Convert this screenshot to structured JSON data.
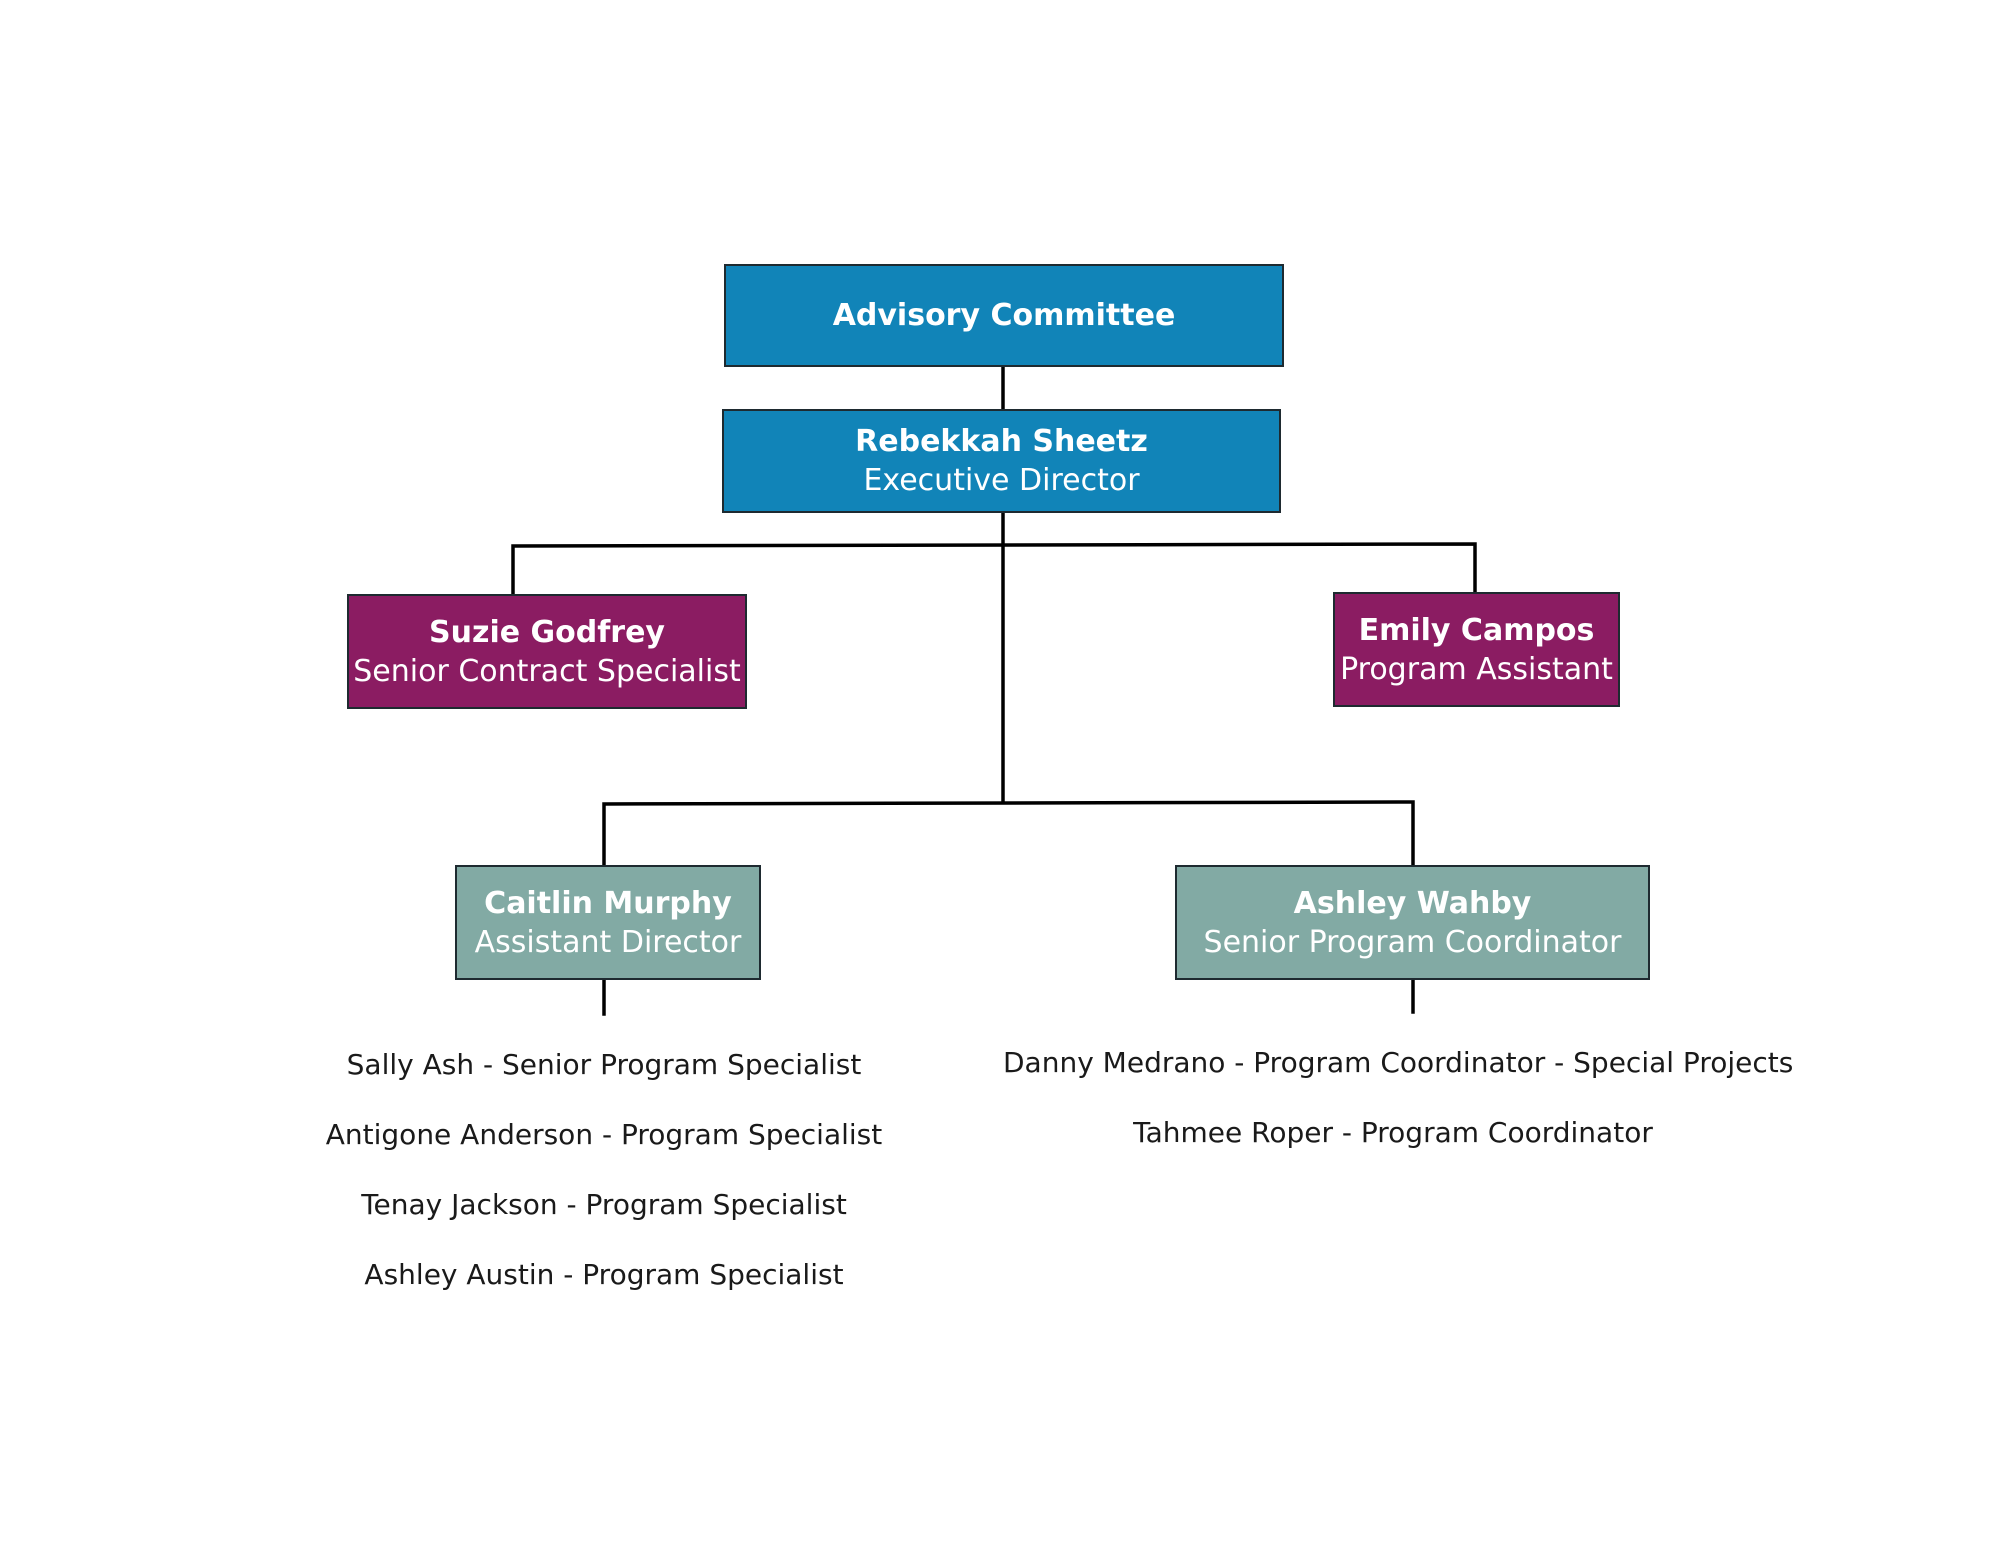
{
  "colors": {
    "top_level": "#1184b8",
    "support_staff": "#8b1c62",
    "managers": "#82aaa4",
    "connector": "#000000"
  },
  "org": {
    "committee": {
      "name": "Advisory Committee"
    },
    "director": {
      "name": "Rebekkah Sheetz",
      "title": "Executive Director"
    },
    "contract_specialist": {
      "name": "Suzie Godfrey",
      "title": "Senior Contract Specialist"
    },
    "program_assistant": {
      "name": "Emily Campos",
      "title": "Program Assistant"
    },
    "assistant_director": {
      "name": "Caitlin Murphy",
      "title": "Assistant Director",
      "reports": [
        "Sally Ash - Senior Program Specialist",
        "Antigone Anderson - Program Specialist",
        "Tenay Jackson - Program Specialist",
        "Ashley Austin - Program Specialist"
      ]
    },
    "program_coordinator": {
      "name": "Ashley Wahby",
      "title": "Senior Program Coordinator",
      "reports": [
        "Danny Medrano - Program Coordinator - Special Projects",
        "Tahmee Roper - Program Coordinator"
      ]
    }
  }
}
